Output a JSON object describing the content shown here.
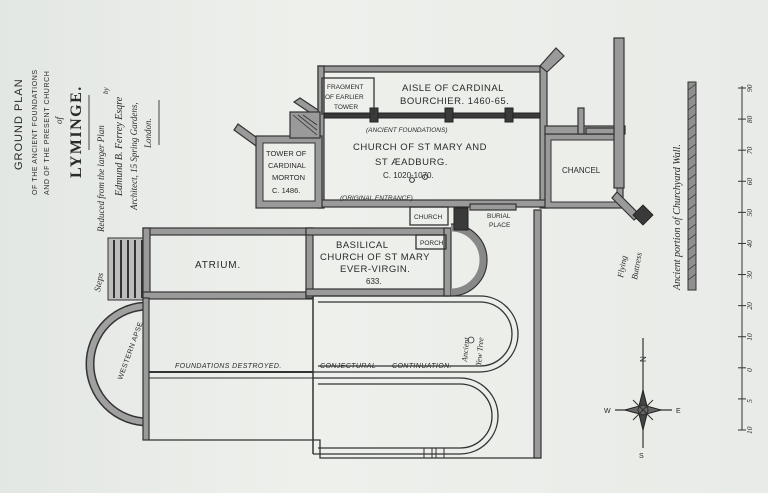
{
  "title_block": {
    "line1": "GROUND PLAN",
    "line2": "OF THE ANCIENT FOUNDATIONS",
    "line3": "AND OF THE PRESENT CHURCH",
    "line4": "of",
    "line5": "LYMINGE.",
    "credit1": "Reduced from the larger Plan",
    "credit2": "by",
    "credit3": "Edmund B. Ferrey Esqre",
    "credit4": "Architect, 15 Spring Gardens,",
    "credit5": "London."
  },
  "rooms": {
    "fragment": "FRAGMENT",
    "fragment2": "OF EARLIER",
    "fragment3": "TOWER",
    "aisle1": "AISLE OF CARDINAL",
    "aisle2": "BOURCHIER. 1460-65.",
    "ancient_foundations": "(ANCIENT FOUNDATIONS)",
    "church1": "CHURCH OF ST MARY AND",
    "church2": "ST ÆADBURG.",
    "church3": "C. 1020-1070.",
    "tower1": "TOWER OF",
    "tower2": "CARDINAL",
    "tower3": "MORTON",
    "tower4": "C. 1486.",
    "chancel": "CHANCEL",
    "original_entrance": "(ORIGINAL ENTRANCE)",
    "church_small": "CHURCH",
    "burial1": "BURIAL",
    "burial2": "PLACE",
    "porch": "PORCH",
    "basilical1": "BASILICAL",
    "basilical2": "CHURCH OF ST MARY",
    "basilical3": "EVER-VIRGIN.",
    "basilical4": "633.",
    "atrium": "ATRIUM.",
    "steps": "Steps",
    "western_apse": "WESTERN APSE",
    "foundations_destroyed": "FOUNDATIONS DESTROYED.",
    "conjectural": "CONJECTURAL",
    "continuation": "CONTINUATION.",
    "ancient_yew1": "Ancient",
    "ancient_yew2": "Yew Tree",
    "flying1": "Flying",
    "flying2": "Buttress",
    "churchyard_wall": "Ancient portion of Churchyard Wall."
  },
  "compass": {
    "north": "N",
    "south": "S",
    "east": "E",
    "west": "W"
  },
  "scale": {
    "ticks": [
      "10",
      "5",
      "0",
      "10",
      "20",
      "30",
      "40",
      "50",
      "60",
      "70",
      "80",
      "90"
    ]
  }
}
